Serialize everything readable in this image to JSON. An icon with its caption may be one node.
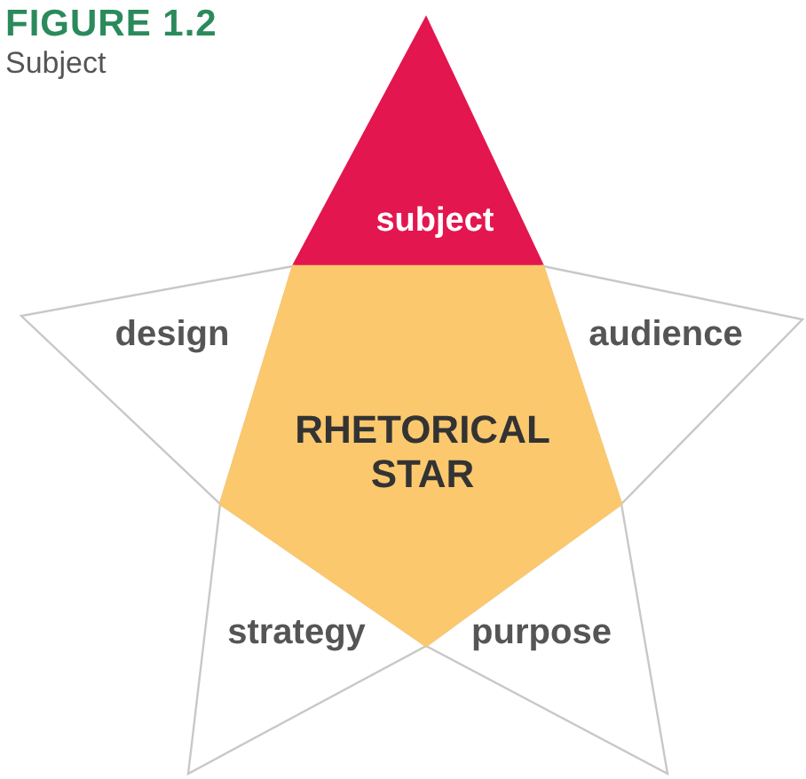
{
  "diagram": {
    "title": "FIGURE 1.2",
    "caption": "Subject",
    "nodes": [
      {
        "text": [
          "subject"
        ]
      },
      {
        "text": [
          "design"
        ]
      },
      {
        "text": [
          "audience"
        ]
      },
      {
        "text": [
          "RHETORICAL STAR"
        ]
      },
      {
        "text": [
          "strategy"
        ]
      },
      {
        "text": [
          "purpose"
        ]
      }
    ]
  }
}
